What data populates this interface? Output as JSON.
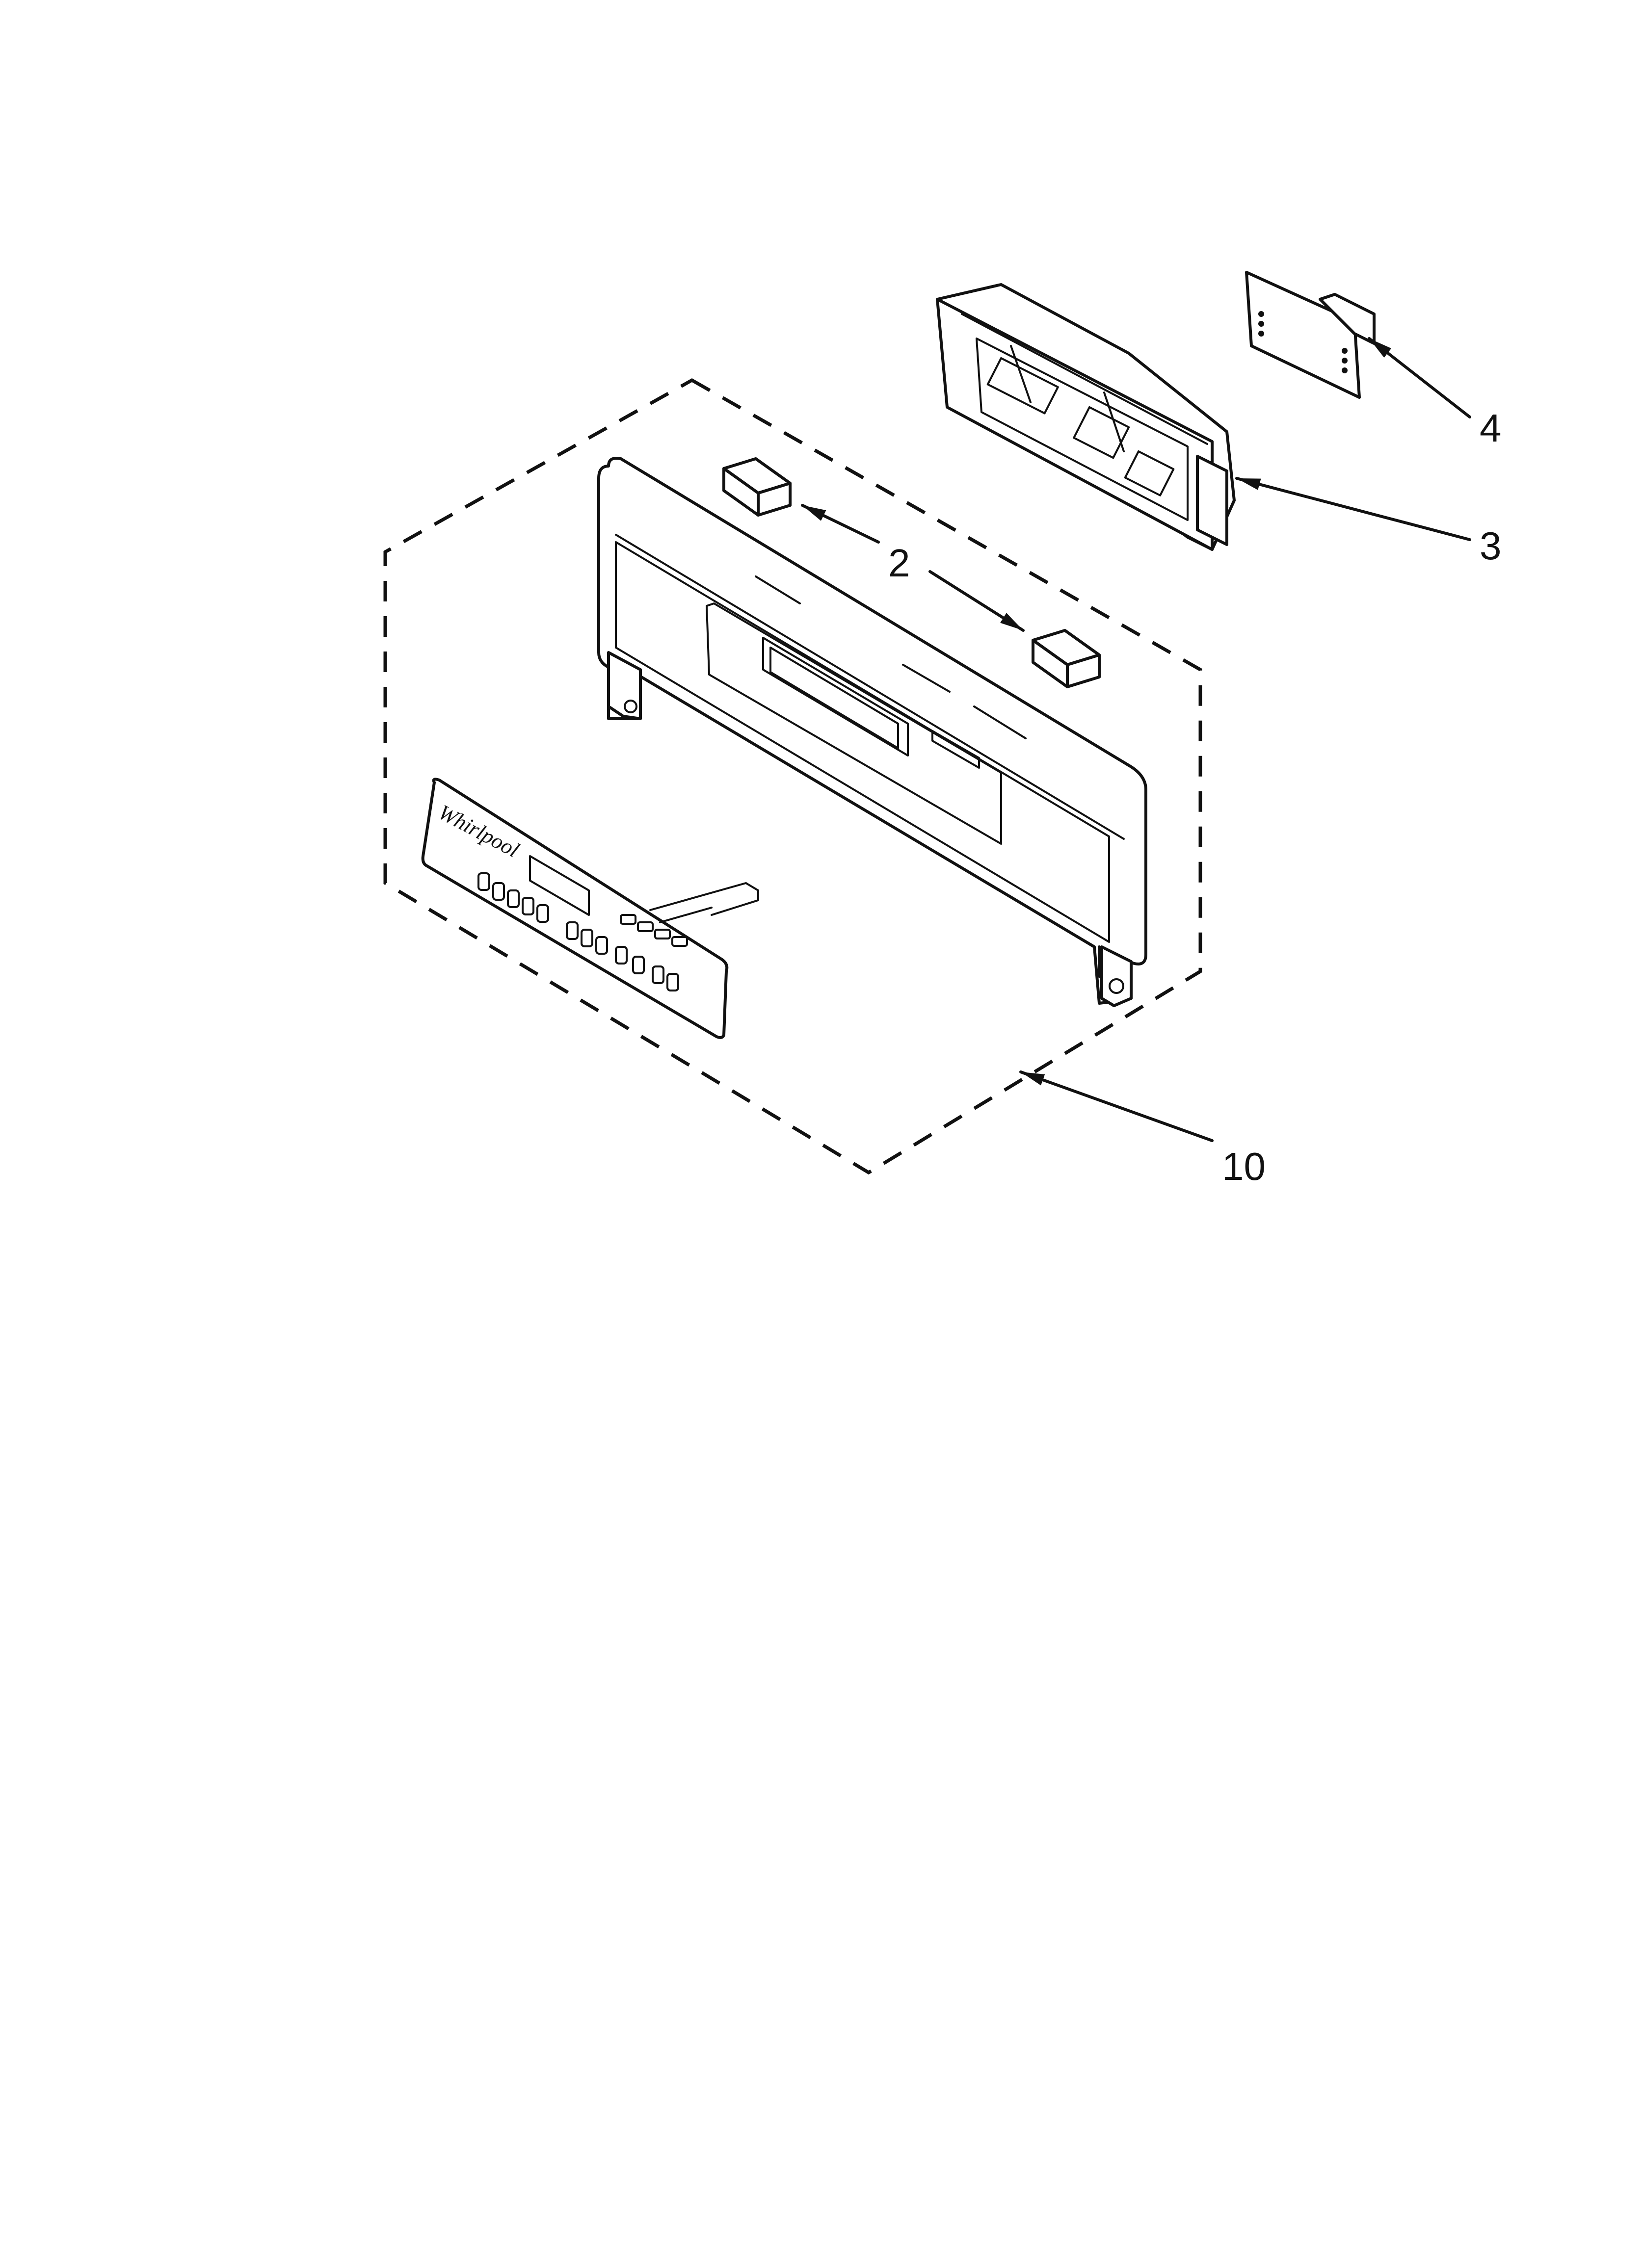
{
  "diagram": {
    "callouts": [
      {
        "id": "c2",
        "label": "2"
      },
      {
        "id": "c3",
        "label": "3"
      },
      {
        "id": "c4",
        "label": "4"
      },
      {
        "id": "c10",
        "label": "10"
      }
    ],
    "logo_text": "Whirlpool"
  }
}
